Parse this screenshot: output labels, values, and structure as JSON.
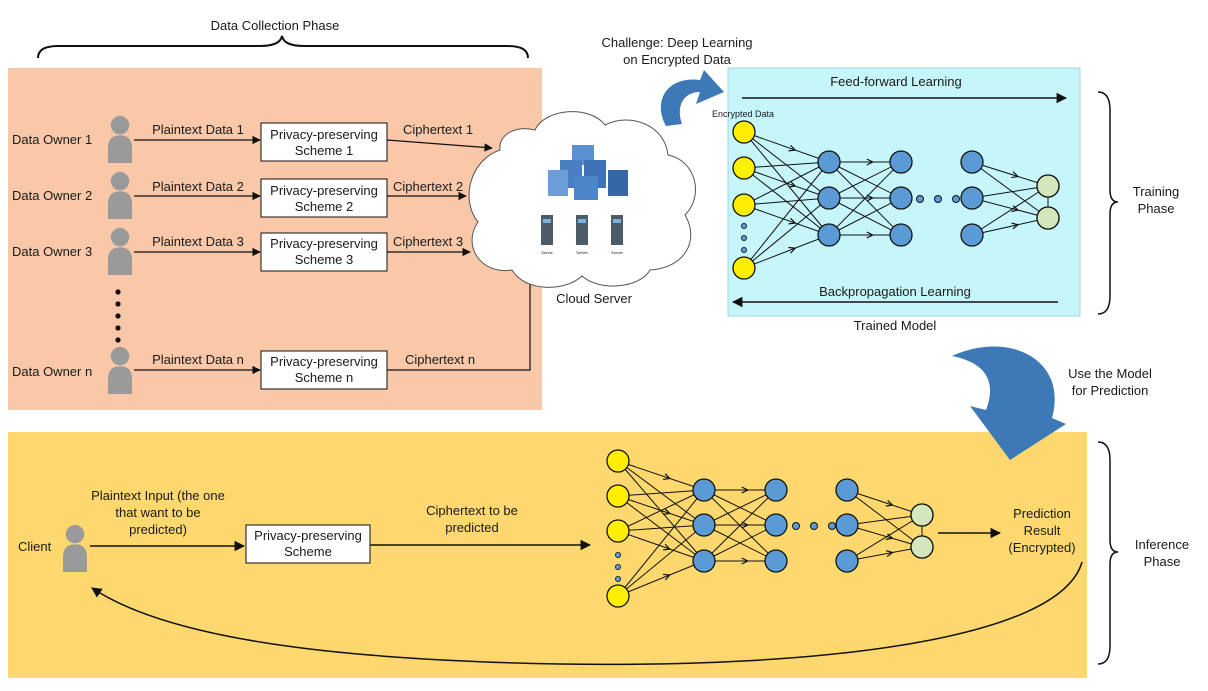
{
  "phases": {
    "data_collection": "Data Collection Phase",
    "training": [
      "Training",
      "Phase"
    ],
    "inference": [
      "Inference",
      "Phase"
    ]
  },
  "challenge": [
    "Challenge: Deep Learning",
    "on Encrypted Data"
  ],
  "prediction_note": [
    "Use the Model",
    "for Prediction"
  ],
  "owners": [
    {
      "name": "Data Owner 1",
      "plaintext": "Plaintext Data 1",
      "scheme": [
        "Privacy-preserving",
        "Scheme 1"
      ],
      "cipher": "Ciphertext 1"
    },
    {
      "name": "Data Owner 2",
      "plaintext": "Plaintext Data 2",
      "scheme": [
        "Privacy-preserving",
        "Scheme 2"
      ],
      "cipher": "Ciphertext 2"
    },
    {
      "name": "Data Owner 3",
      "plaintext": "Plaintext Data 3",
      "scheme": [
        "Privacy-preserving",
        "Scheme 3"
      ],
      "cipher": "Ciphertext 3"
    },
    {
      "name": "Data Owner n",
      "plaintext": "Plaintext Data n",
      "scheme": [
        "Privacy-preserving",
        "Scheme n"
      ],
      "cipher": "Ciphertext n"
    }
  ],
  "cloud": {
    "label": "Cloud Server",
    "server_tag": "Server"
  },
  "training_box": {
    "feed_forward": "Feed-forward Learning",
    "encrypted_data": "Encrypted Data",
    "backprop": "Backpropagation Learning",
    "trained_model": "Trained Model"
  },
  "inference_box": {
    "client": "Client",
    "plaintext_input": [
      "Plaintext Input (the one",
      "that want to be",
      "predicted)"
    ],
    "scheme": [
      "Privacy-preserving",
      "Scheme"
    ],
    "cipher_to_predict": [
      "Ciphertext to be",
      "predicted"
    ],
    "result": [
      "Prediction",
      "Result",
      "(Encrypted)"
    ]
  },
  "colors": {
    "collection_bg": "#f8c8a8",
    "training_bg": "#c6f6fa",
    "inference_bg": "#fdd86e",
    "input_node": "#ffee00",
    "hidden_node": "#5b9bd5",
    "output_node": "#d4e6bc",
    "curved_arrow": "#3d78b7"
  }
}
